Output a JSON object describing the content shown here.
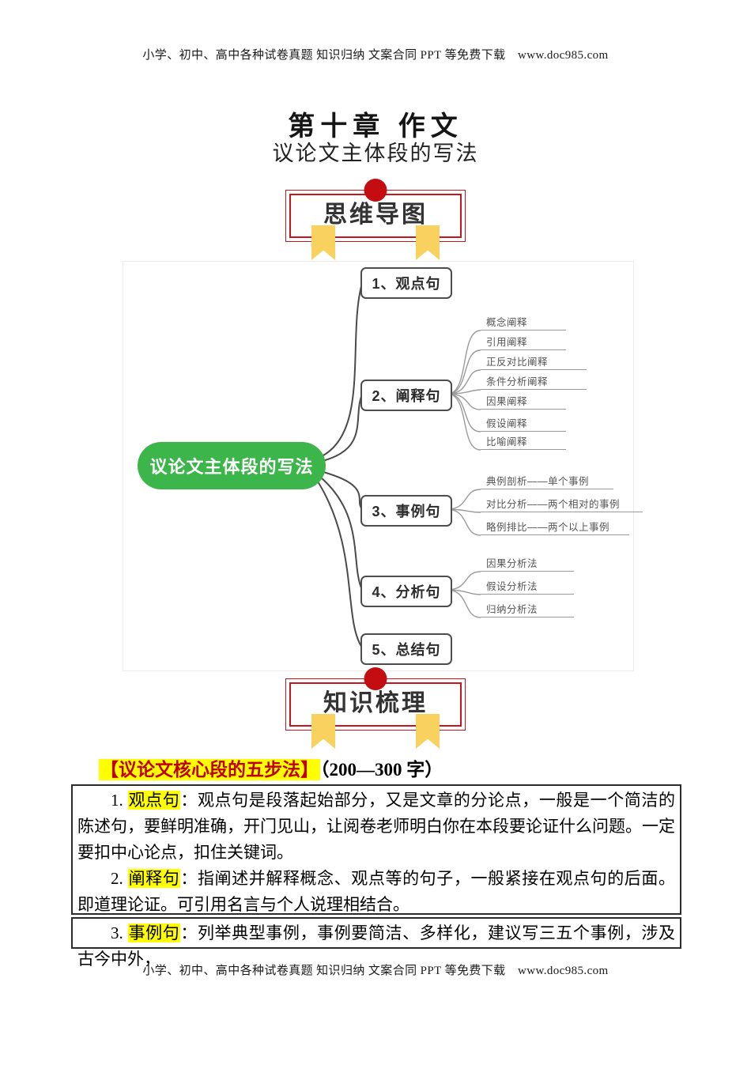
{
  "page": {
    "watermark": "小学、初中、高中各种试卷真题 知识归纳 文案合同 PPT 等免费下载　www.doc985.com",
    "title": "第十章 作文",
    "subtitle": "议论文主体段的写法"
  },
  "banners": {
    "mindmap_label": "思维导图",
    "knowledge_label": "知识梳理"
  },
  "mindmap": {
    "root": "议论文主体段的写法",
    "nodes": [
      {
        "label": "1、观点句",
        "children": []
      },
      {
        "label": "2、阐释句",
        "children": [
          "概念阐释",
          "引用阐释",
          "正反对比阐释",
          "条件分析阐释",
          "因果阐释",
          "假设阐释",
          "比喻阐释"
        ]
      },
      {
        "label": "3、事例句",
        "children": [
          "典例剖析——单个事例",
          "对比分析——两个相对的事例",
          "略例排比——两个以上事例"
        ]
      },
      {
        "label": "4、分析句",
        "children": [
          "因果分析法",
          "假设分析法",
          "归纳分析法"
        ]
      },
      {
        "label": "5、总结句",
        "children": []
      }
    ]
  },
  "section": {
    "heading_highlight": "【议论文核心段的五步法】",
    "heading_suffix": "（200—300 字）"
  },
  "content": {
    "box1": [
      {
        "num": "1.",
        "term": "观点句",
        "text": "：观点句是段落起始部分，又是文章的分论点，一般是一个简洁的陈述句，要鲜明准确，开门见山，让阅卷老师明白你在本段要论证什么问题。一定要扣中心论点，扣住关键词。"
      },
      {
        "num": "2.",
        "term": "阐释句",
        "text": "：指阐述并解释概念、观点等的句子，一般紧接在观点句的后面。即道理论证。可引用名言与个人说理相结合。"
      }
    ],
    "box2": [
      {
        "num": "3.",
        "term": "事例句",
        "text": "：列举典型事例，事例要简洁、多样化，建议写三五个事例，涉及古今中外，"
      }
    ]
  },
  "colors": {
    "banner_red": "#c5161d",
    "dot_red": "#c30d10",
    "ribbon_yellow": "#f8d15f",
    "root_green": "#3cb54b",
    "highlight_yellow": "#ffff00",
    "heading_red": "#c00000"
  }
}
